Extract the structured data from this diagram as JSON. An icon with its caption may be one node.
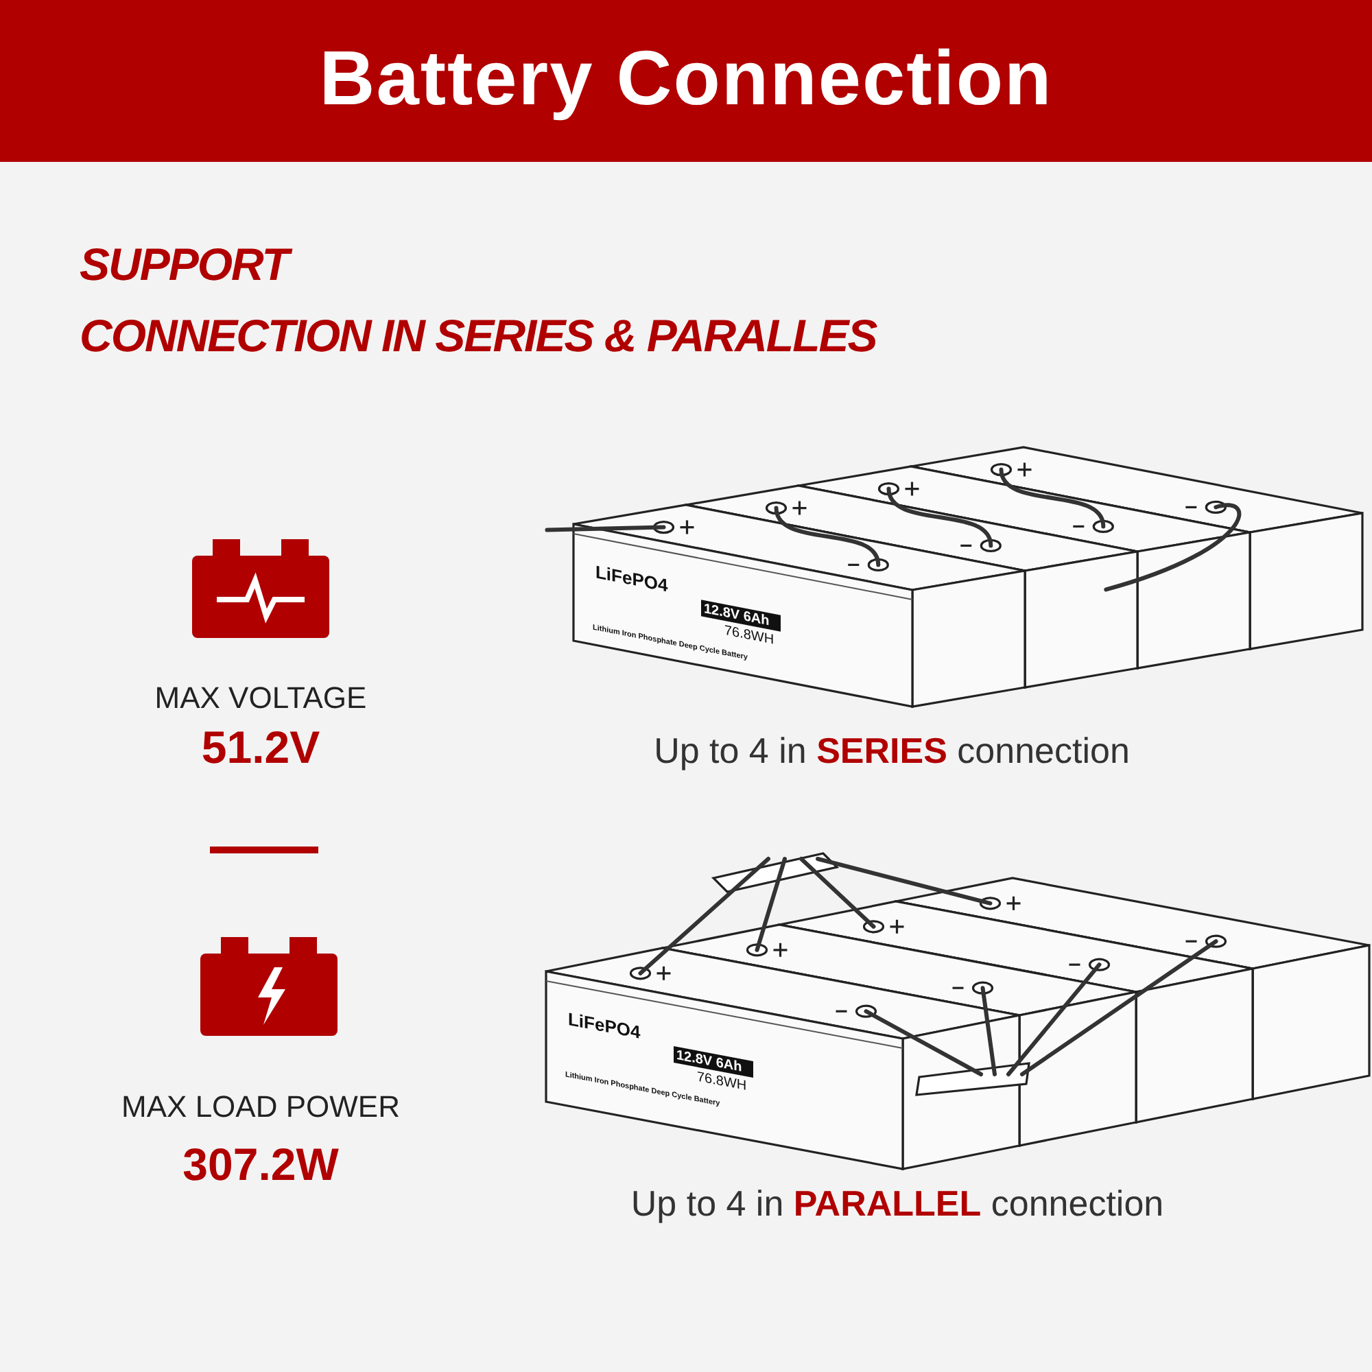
{
  "diagram": {
    "title": "Battery Connection",
    "labels": [
      "SUPPORT",
      "CONNECTION IN SERIES & PARALLES",
      "MAX VOLTAGE",
      "51.2V",
      "LiFePO4",
      "12.8V 6Ah",
      "76.8WH",
      "Lithium Iron Phosphate Deep Cycle Battery",
      "Up to 4 in **SERIES** connection",
      "MAX LOAD POWER",
      "307.2W",
      "LiFePO4",
      "12.8V 6Ah",
      "76.8WH",
      "Lithium Iron Phosphate Deep Cycle Battery",
      "Up to 4 in **PARALLEL** connection"
    ]
  }
}
